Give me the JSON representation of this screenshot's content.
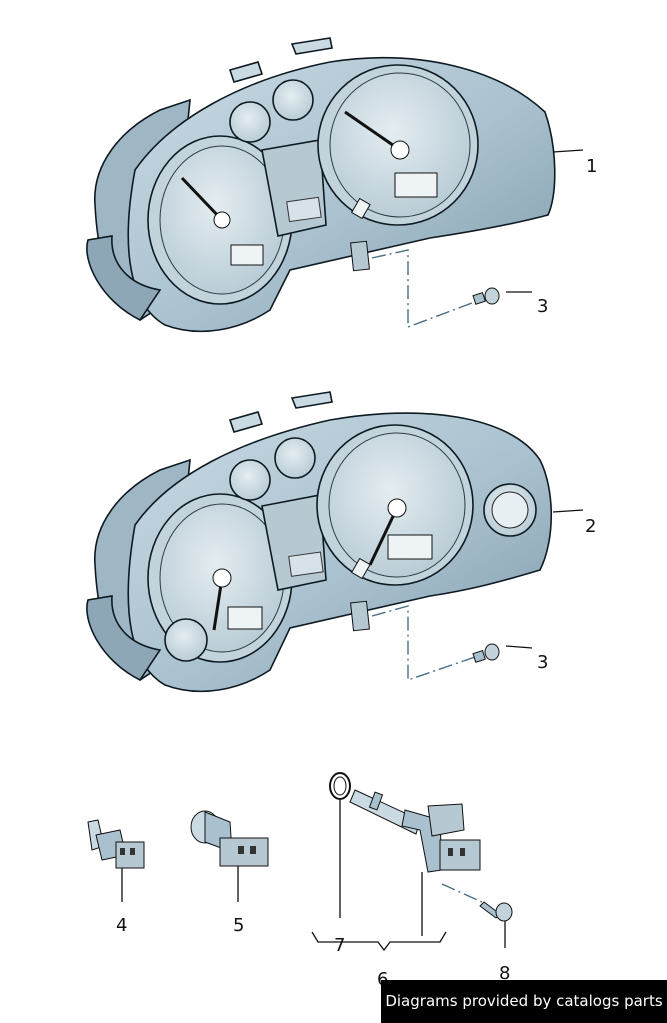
{
  "callouts": {
    "c1": "1",
    "c2": "2",
    "c3a": "3",
    "c3b": "3",
    "c4": "4",
    "c5": "5",
    "c6": "6",
    "c7": "7",
    "c8": "8"
  },
  "footer": {
    "credit": "Diagrams provided by catalogs parts"
  },
  "colors": {
    "body": "#a9c1cf",
    "body_dark": "#7f99a8",
    "body_light": "#c9dae3",
    "gauge_face": "#d8e4ea",
    "outline": "#0e1a22"
  }
}
